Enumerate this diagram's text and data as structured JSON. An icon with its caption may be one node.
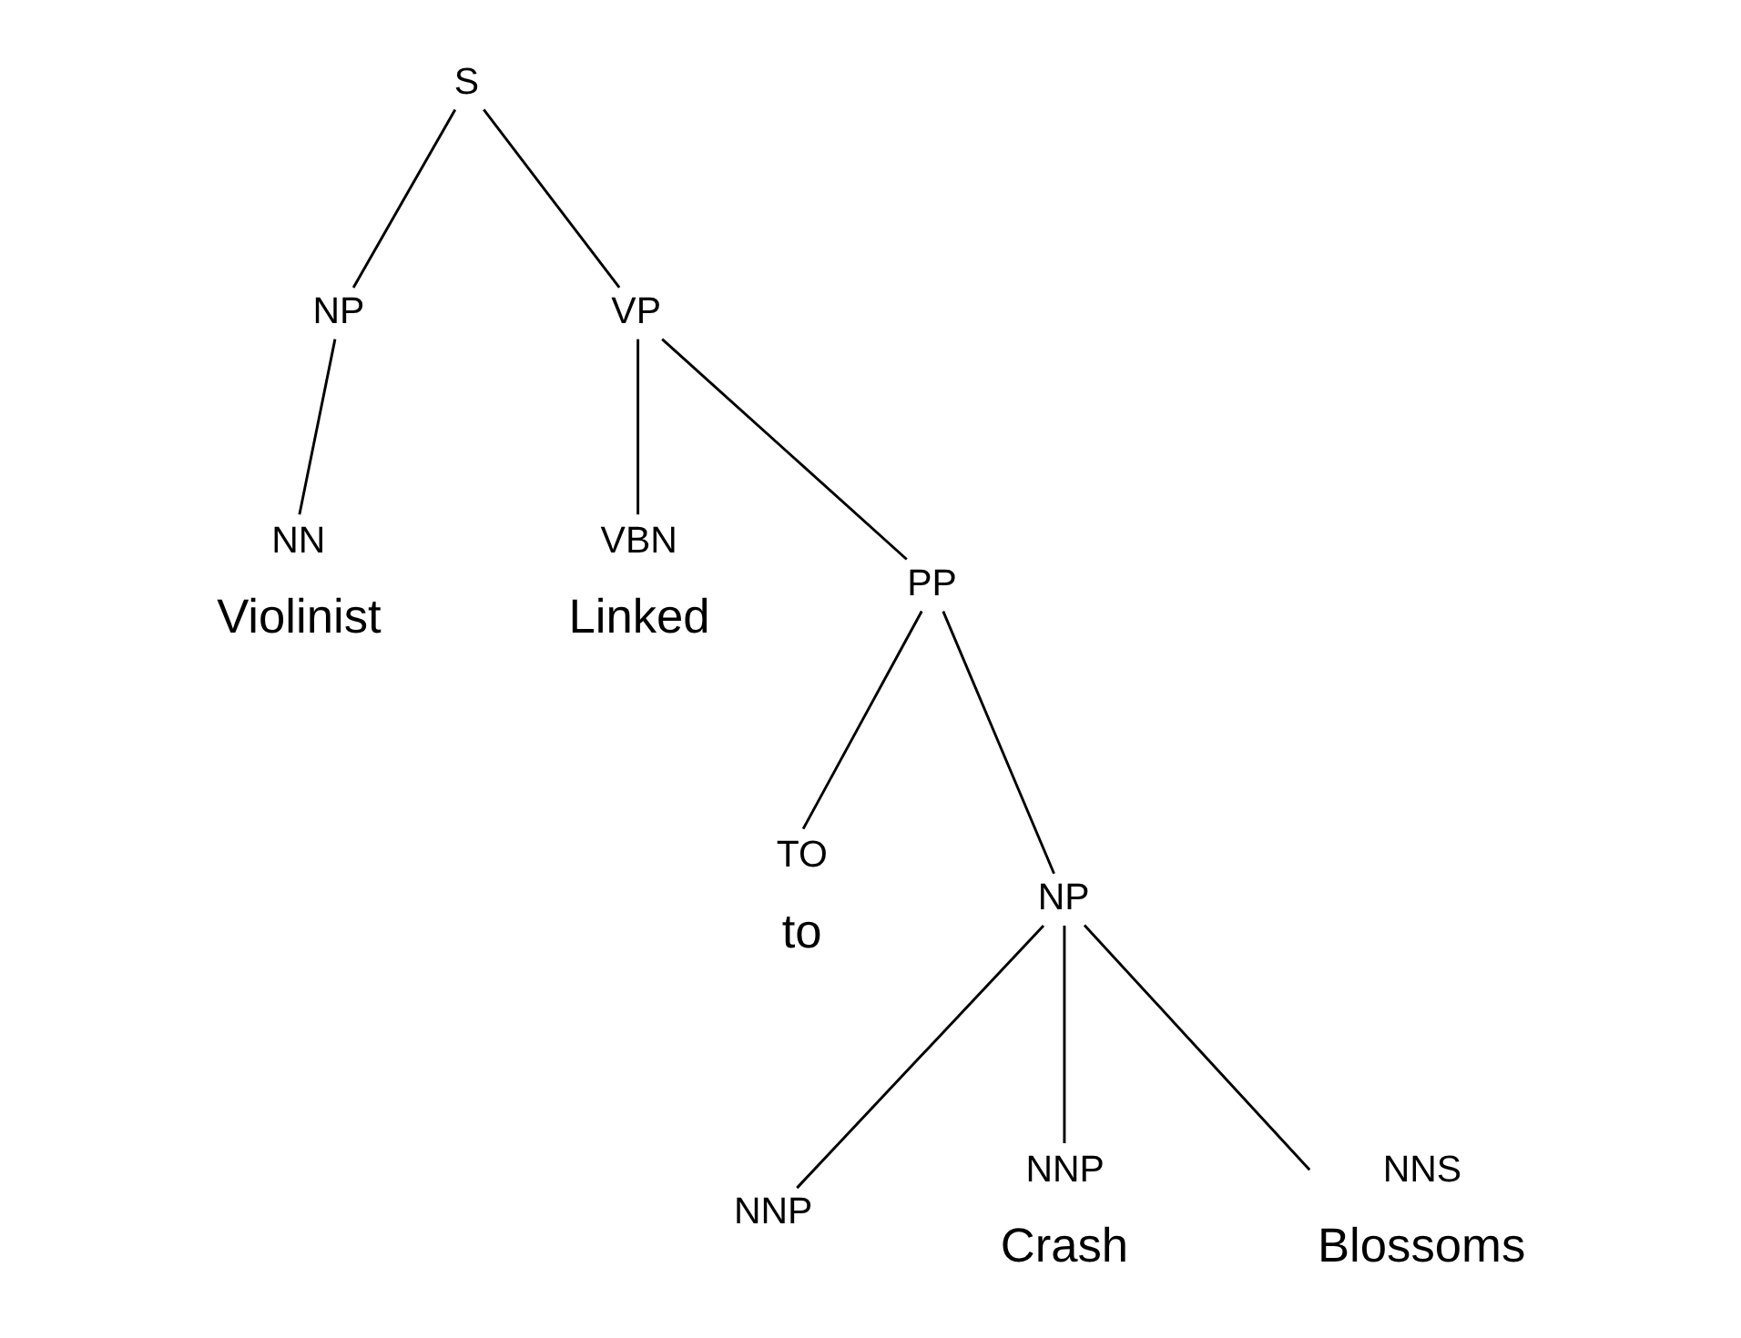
{
  "diagram": {
    "nodes": [
      {
        "text": [
          "S"
        ]
      },
      {
        "text": [
          "NP"
        ]
      },
      {
        "text": [
          "VP"
        ]
      },
      {
        "text": [
          "NN"
        ],
        "beside": [
          "Violinist"
        ]
      },
      {
        "text": [
          "VBN"
        ],
        "beside": [
          "Linked"
        ]
      },
      {
        "text": [
          "PP"
        ]
      },
      {
        "text": [
          "TO"
        ],
        "beside": [
          "to"
        ]
      },
      {
        "text": [
          "NP"
        ]
      },
      {
        "text": [
          "NNP"
        ]
      },
      {
        "text": [
          "NNP"
        ],
        "beside": [
          "Crash"
        ]
      },
      {
        "text": [
          "NNS"
        ],
        "beside": [
          "Blossoms"
        ]
      }
    ],
    "edges": [
      {
        "from": 0,
        "to": 1,
        "arrow": "none"
      },
      {
        "from": 0,
        "to": 2,
        "arrow": "none"
      },
      {
        "from": 1,
        "to": 3,
        "arrow": "none"
      },
      {
        "from": 2,
        "to": 4,
        "arrow": "none"
      },
      {
        "from": 2,
        "to": 5,
        "arrow": "none"
      },
      {
        "from": 5,
        "to": 6,
        "arrow": "none"
      },
      {
        "from": 5,
        "to": 7,
        "arrow": "none"
      },
      {
        "from": 7,
        "to": 8,
        "arrow": "none"
      },
      {
        "from": 7,
        "to": 9,
        "arrow": "none"
      },
      {
        "from": 7,
        "to": 10,
        "arrow": "none"
      }
    ]
  }
}
